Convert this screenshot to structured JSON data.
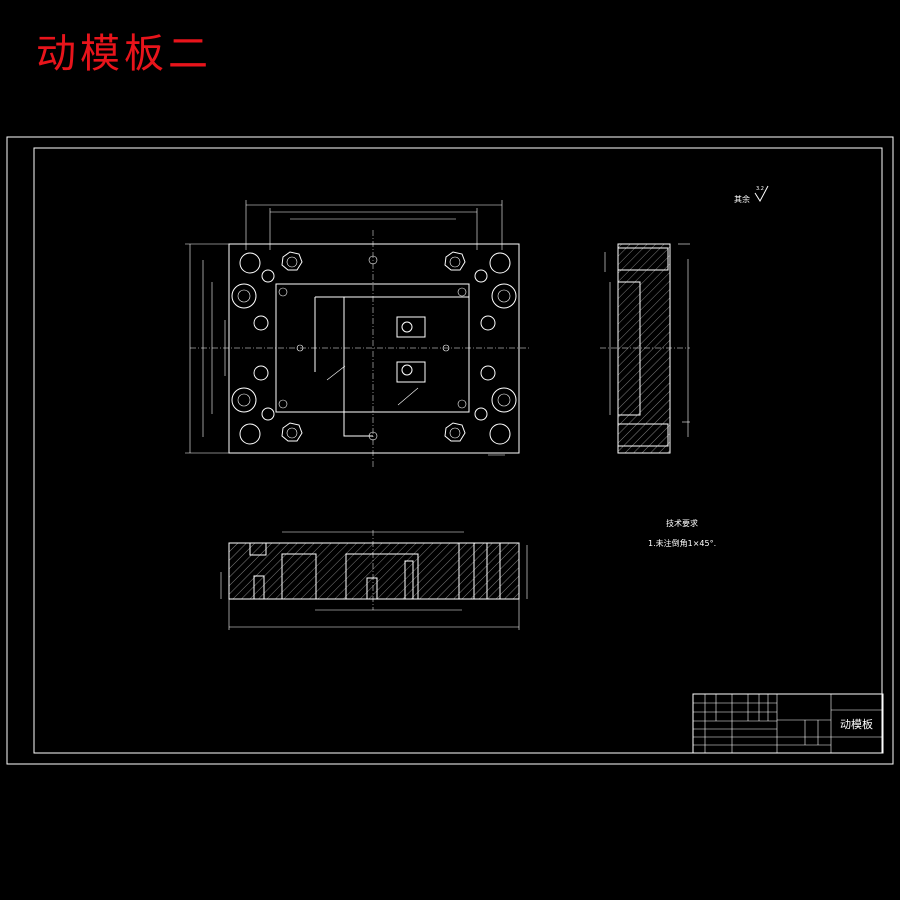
{
  "title": "动模板二",
  "roughness": {
    "label": "其余",
    "value": "3.2"
  },
  "technical_requirements": {
    "heading": "技术要求",
    "items": [
      "1.未注倒角1×45°."
    ]
  },
  "title_block": {
    "part_name": "动模板"
  },
  "colors": {
    "background": "#000000",
    "lines": "#ffffff",
    "title": "#e8141b"
  }
}
